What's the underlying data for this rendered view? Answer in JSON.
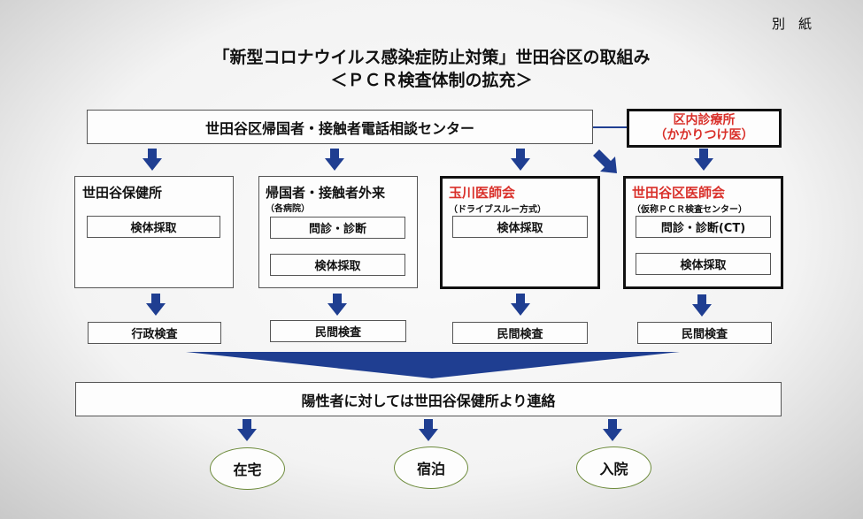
{
  "attachment_label": "別　紙",
  "title_line1": "「新型コロナウイルス感染症防止対策」世田谷区の取組み",
  "title_line2": "＜ＰＣＲ検査体制の拡充＞",
  "call_center": "世田谷区帰国者・接触者電話相談センター",
  "clinic": {
    "line1": "区内診療所",
    "line2": "（かかりつけ医）"
  },
  "col1": {
    "title": "世田谷保健所",
    "step1": "検体採取",
    "result": "行政検査"
  },
  "col2": {
    "title": "帰国者・接触者外来",
    "subtitle": "（各病院）",
    "step1": "問診・診断",
    "step2": "検体採取",
    "result": "民間検査"
  },
  "col3": {
    "title": "玉川医師会",
    "subtitle": "（ドライブスルー方式）",
    "step1": "検体採取",
    "result": "民間検査"
  },
  "col4": {
    "title": "世田谷区医師会",
    "subtitle": "（仮称ＰＣＲ検査センター）",
    "step1": "問診・診断(CT)",
    "step2": "検体採取",
    "result": "民間検査"
  },
  "contact": "陽性者に対しては世田谷保健所より連絡",
  "outcomes": [
    "在宅",
    "宿泊",
    "入院"
  ],
  "colors": {
    "arrow": "#1f3e91",
    "red_text": "#d9302a",
    "circle_border": "#6c8a3a"
  }
}
